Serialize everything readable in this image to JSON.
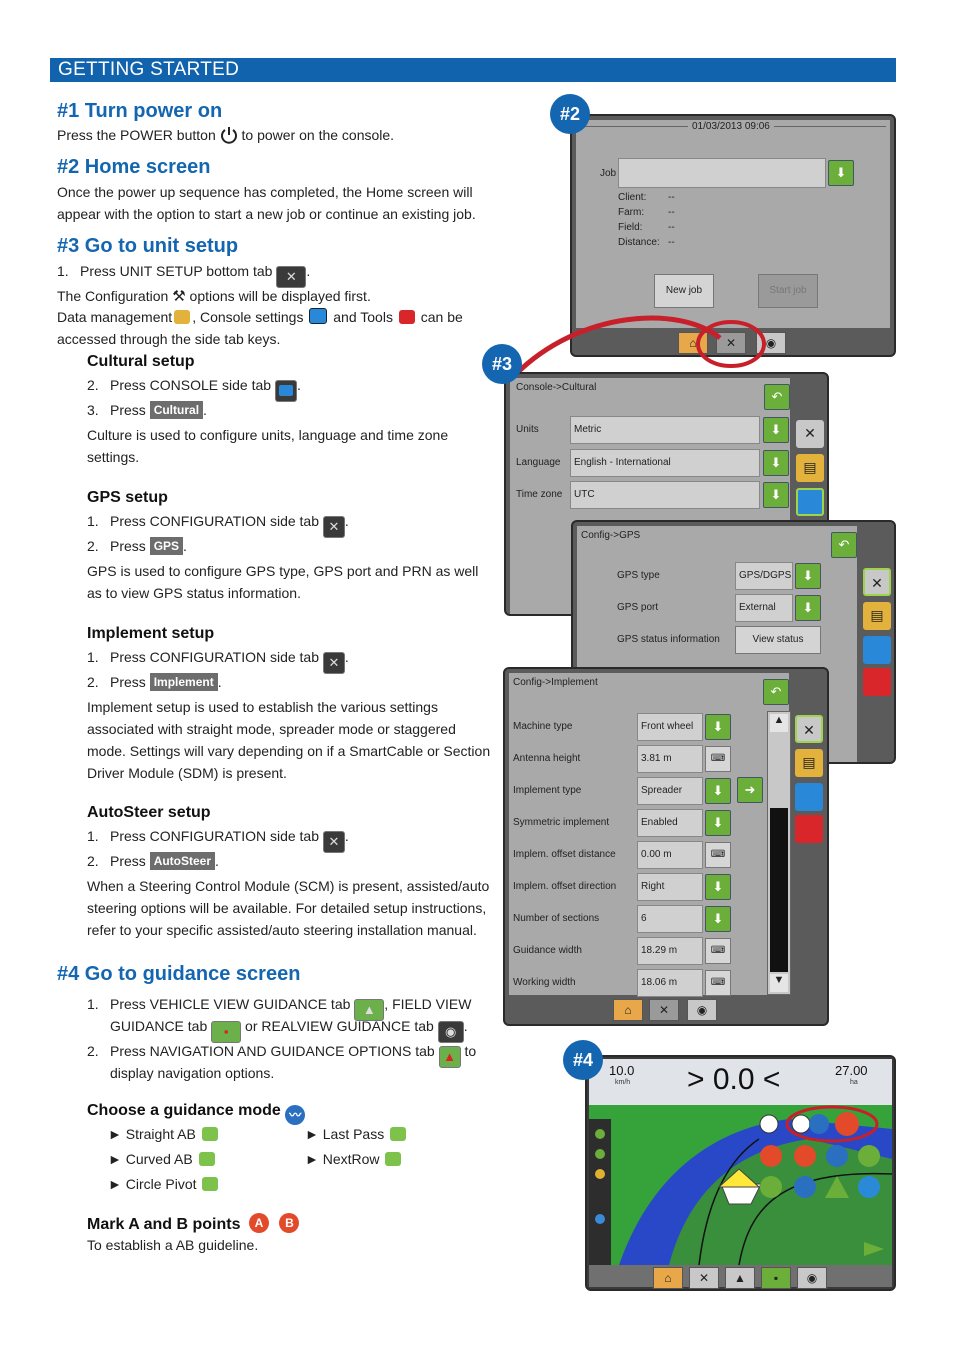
{
  "section_title": "GETTING STARTED",
  "s1": {
    "heading": "#1 Turn power on",
    "line_a": "Press the POWER button",
    "line_b": "to power on the console."
  },
  "s2": {
    "heading": "#2 Home screen",
    "line1": "Once the power up sequence has completed, the Home screen will",
    "line2": "appear with the option to start a new job or continue an existing job."
  },
  "s3": {
    "heading": "#3 Go to unit setup",
    "step1_num": "1.",
    "step1_a": "Press UNIT SETUP bottom tab",
    "step1_b": ".",
    "config_a": "The Configuration",
    "config_b": "options will be displayed first.",
    "data_a": "Data management",
    "data_b": ", Console settings",
    "data_c": "and Tools",
    "data_d": "can be",
    "access": "accessed through the side tab keys.",
    "cultural": {
      "title": "Cultural setup",
      "s1n": "2.",
      "s1": "Press CONSOLE side tab",
      "s1e": ".",
      "s2n": "3.",
      "s2": "Press",
      "s2tag": "Cultural",
      "s2e": ".",
      "d1": "Culture is used to configure units, language and time zone",
      "d2": "settings."
    },
    "gps": {
      "title": "GPS setup",
      "s1n": "1.",
      "s1": "Press CONFIGURATION side tab",
      "s1e": ".",
      "s2n": "2.",
      "s2": "Press",
      "s2tag": "GPS",
      "s2e": ".",
      "d1": "GPS is used to configure GPS type, GPS port and PRN as well",
      "d2": "as to view GPS status information."
    },
    "implement": {
      "title": "Implement setup",
      "s1n": "1.",
      "s1": "Press CONFIGURATION side tab",
      "s1e": ".",
      "s2n": "2.",
      "s2": "Press",
      "s2tag": "Implement",
      "s2e": ".",
      "d1": "Implement setup is used to establish the various settings",
      "d2": "associated with straight mode, spreader mode or staggered",
      "d3": "mode. Settings will vary depending on if a SmartCable or Section",
      "d4": "Driver Module (SDM) is present."
    },
    "autosteer": {
      "title": "AutoSteer setup",
      "s1n": "1.",
      "s1": "Press CONFIGURATION side tab",
      "s1e": ".",
      "s2n": "2.",
      "s2": "Press",
      "s2tag": "AutoSteer",
      "s2e": ".",
      "d1": "When a Steering Control Module (SCM) is present, assisted/auto",
      "d2": "steering options will be available.  For detailed setup instructions,",
      "d3": "refer to your specific assisted/auto steering installation manual."
    }
  },
  "s4": {
    "heading": "#4 Go to guidance screen",
    "s1n": "1.",
    "s1a": "Press VEHICLE VIEW GUIDANCE tab",
    "s1b": ", FIELD VIEW",
    "s1c": "GUIDANCE tab",
    "s1d": "or REALVIEW GUIDANCE tab",
    "s1e": ".",
    "s2n": "2.",
    "s2a": "Press NAVIGATION AND GUIDANCE OPTIONS tab",
    "s2b": "to",
    "s2c": "display navigation options.",
    "mode_title": "Choose a guidance mode",
    "modes": [
      "► Straight AB",
      "► Curved AB",
      "► Circle Pivot",
      "► Last Pass",
      "► NextRow"
    ],
    "ab_title": "Mark A and B points",
    "ab_a": "A",
    "ab_b": "B",
    "ab_desc": "To establish a AB guideline."
  },
  "screen2": {
    "badge": "#2",
    "datetime": "01/03/2013 09:06",
    "job_label": "Job",
    "rows": [
      {
        "k": "Client:",
        "v": "--"
      },
      {
        "k": "Farm:",
        "v": "--"
      },
      {
        "k": "Field:",
        "v": "--"
      },
      {
        "k": "Distance:",
        "v": "--"
      }
    ],
    "new_job": "New job",
    "start_job": "Start job"
  },
  "screen3": {
    "badge": "#3",
    "cultural_title": "Console->Cultural",
    "cultural_rows": [
      {
        "k": "Units",
        "v": "Metric"
      },
      {
        "k": "Language",
        "v": "English - International"
      },
      {
        "k": "Time zone",
        "v": "UTC"
      }
    ],
    "gps_title": "Config->GPS",
    "gps_rows": [
      {
        "k": "GPS type",
        "v": "GPS/DGPS"
      },
      {
        "k": "GPS port",
        "v": "External"
      },
      {
        "k": "GPS status information",
        "v": "View status"
      }
    ],
    "impl_title": "Config->Implement",
    "impl_rows": [
      {
        "k": "Machine type",
        "v": "Front wheel",
        "t": "arrow"
      },
      {
        "k": "Antenna height",
        "v": "3.81 m",
        "t": "kbd"
      },
      {
        "k": "Implement type",
        "v": "Spreader",
        "t": "arrow"
      },
      {
        "k": "Symmetric implement",
        "v": "Enabled",
        "t": "arrow"
      },
      {
        "k": "Implem. offset distance",
        "v": "0.00 m",
        "t": "kbd"
      },
      {
        "k": "Implem. offset direction",
        "v": "Right",
        "t": "arrow"
      },
      {
        "k": "Number of sections",
        "v": "6",
        "t": "arrow"
      },
      {
        "k": "Guidance width",
        "v": "18.29 m",
        "t": "kbd"
      },
      {
        "k": "Working width",
        "v": "18.06 m",
        "t": "kbd"
      }
    ]
  },
  "screen4": {
    "badge": "#4",
    "speed": "10.0",
    "speed_unit": "km/h",
    "xtrack": "> 0.0 <",
    "area": "27.00",
    "area_unit": "ha"
  }
}
